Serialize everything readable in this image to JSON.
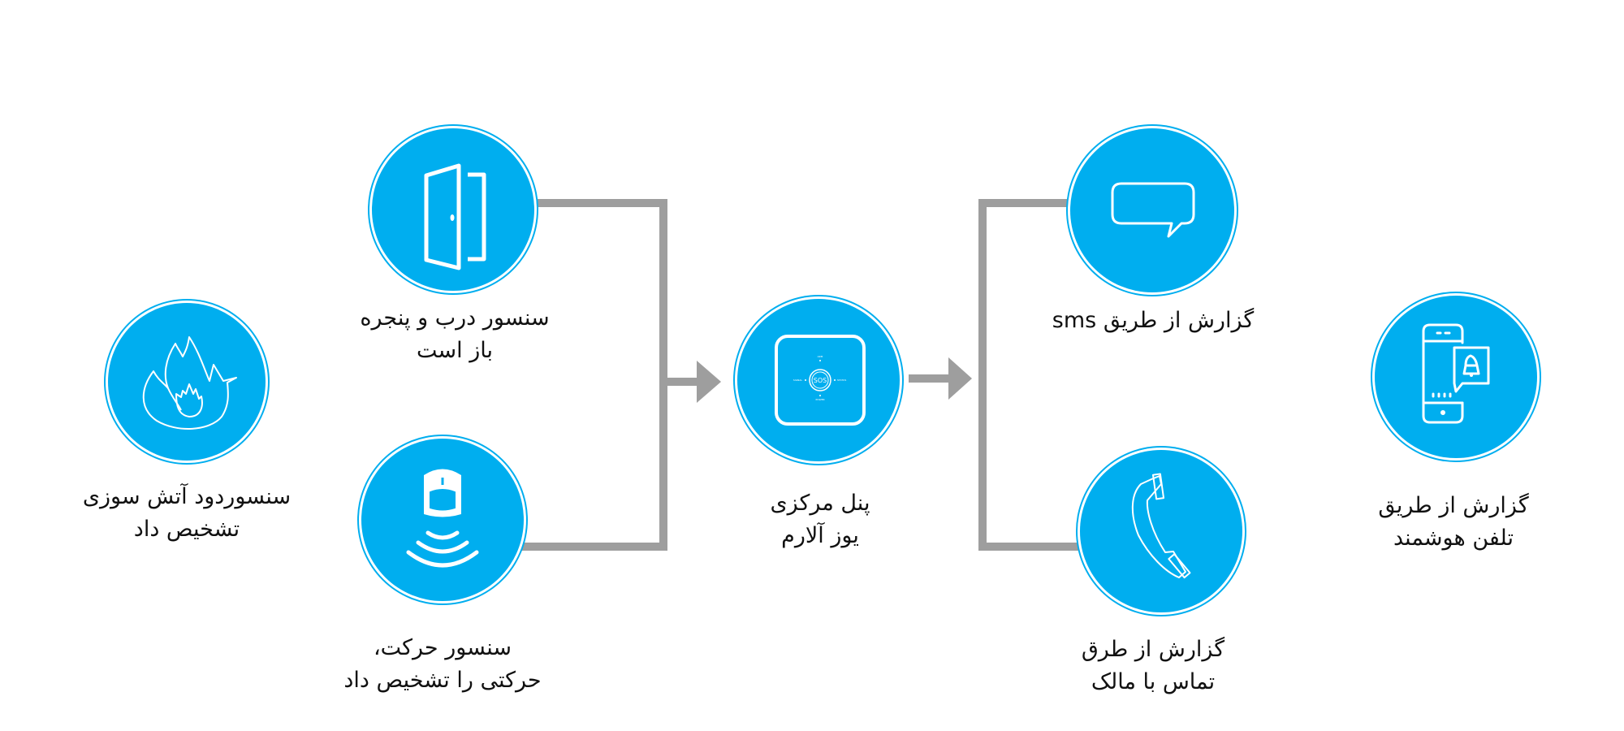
{
  "colors": {
    "circle_fill": "#00aeef",
    "connector": "#9e9e9e",
    "text": "#111111",
    "background": "#ffffff"
  },
  "nodes": {
    "fire_sensor": {
      "icon": "fire-icon",
      "lines": [
        "سنسوردود آتش سوزی",
        "تشخیص داد"
      ]
    },
    "door_sensor": {
      "icon": "door-icon",
      "lines": [
        "سنسور درب و پنجره",
        "باز است"
      ]
    },
    "motion_sensor": {
      "icon": "motion-sensor-icon",
      "lines": [
        "سنسور حرکت،",
        "حرکتی را تشخیص داد"
      ]
    },
    "central_panel": {
      "icon": "alarm-panel-icon",
      "lines": [
        "پنل مرکزی",
        "یوز آلارم"
      ],
      "panel_labels": {
        "top": "ARM",
        "left": "SIGNAL",
        "right": "STATUS",
        "bottom": "POWER",
        "center": "SOS"
      }
    },
    "sms_report": {
      "icon": "chat-bubble-icon",
      "lines": [
        "گزارش از طریق sms"
      ]
    },
    "call_report": {
      "icon": "phone-handset-icon",
      "lines": [
        "گزارش از طرق",
        "تماس با مالک"
      ]
    },
    "app_report": {
      "icon": "smartphone-notification-icon",
      "lines": [
        "گزارش از طریق",
        "تلفن هوشمند"
      ]
    }
  }
}
